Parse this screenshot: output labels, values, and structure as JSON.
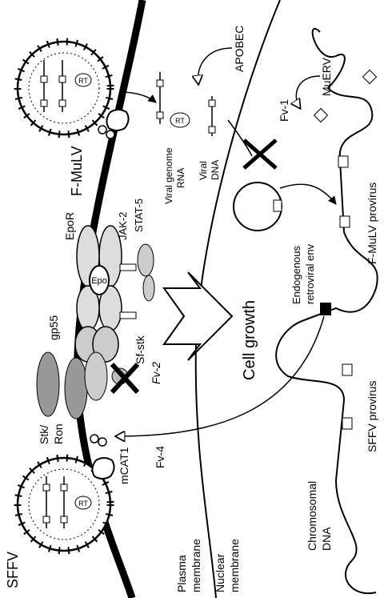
{
  "labels": {
    "fmulv": "F-MuLV",
    "sffv": "SFFV",
    "apobec": "APOBEC",
    "muerv": "MuERV",
    "fv1": "Fv-1",
    "viral_genome_rna_1": "Viral genome",
    "viral_genome_rna_2": "RNA",
    "viral_dna_1": "Viral",
    "viral_dna_2": "DNA",
    "fmulv_provirus": "F-MuLV provirus",
    "epor": "EpoR",
    "epo": "Epo",
    "jak2": "JAK-2",
    "stat5": "STAT-5",
    "gp55": "gp55",
    "sf_stk": "Sf-stk",
    "fv2": "Fv-2",
    "stk_ron_1": "Stk/",
    "stk_ron_2": "Ron",
    "mcat1": "mCAT1",
    "fv4": "Fv-4",
    "cell_growth": "Cell growth",
    "endogenous_1": "Endogenous",
    "endogenous_2": "retroviral env",
    "sffv_provirus": "SFFV provirus",
    "chromosomal_1": "Chromosomal",
    "chromosomal_2": "DNA",
    "plasma_1": "Plasma",
    "plasma_2": "membrane",
    "nuclear_1": "Nuclear",
    "nuclear_2": "membrane",
    "rt": "RT"
  }
}
